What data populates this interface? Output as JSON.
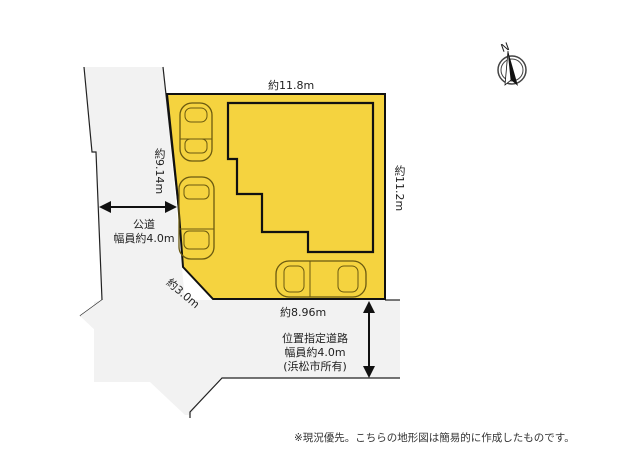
{
  "colors": {
    "lot_fill": "#F5D33F",
    "road_fill": "#F2F2F2",
    "line": "#111111"
  },
  "compass": {
    "label": "N",
    "icon": "north-arrow-icon"
  },
  "lot": {
    "dimensions": {
      "top": "約11.8m",
      "right": "約11.2m",
      "left": "約9.14m",
      "corner_cut": "約3.0m",
      "bottom": "約8.96m"
    }
  },
  "roads": {
    "public_road": {
      "name": "公道",
      "width": "幅員約4.0m"
    },
    "designated_road": {
      "name": "位置指定道路",
      "width": "幅員約4.0m",
      "owner": "(浜松市所有)"
    }
  },
  "parking": {
    "cars": [
      {
        "label": "car-1",
        "orientation": "vertical"
      },
      {
        "label": "car-2",
        "orientation": "vertical"
      },
      {
        "label": "car-3",
        "orientation": "horizontal"
      }
    ]
  },
  "footer_note": "※現況優先。こちらの地形図は簡易的に作成したものです。"
}
